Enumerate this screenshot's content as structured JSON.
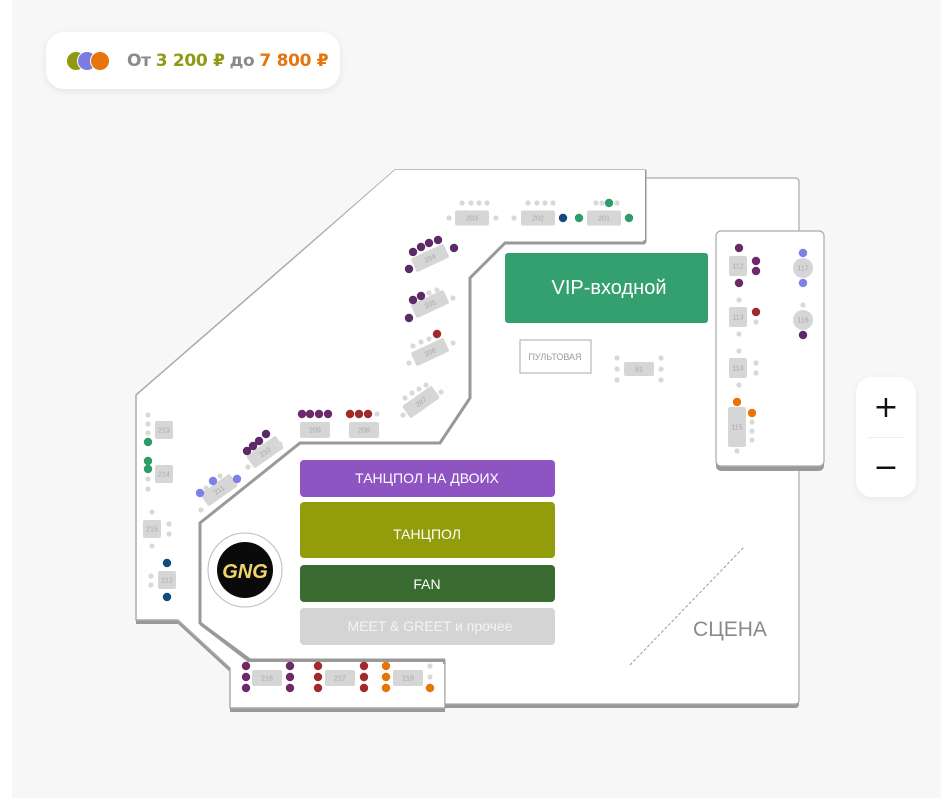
{
  "price_range": {
    "prefix": "От",
    "min": "3 200 ₽",
    "connector": "до",
    "max": "7 800 ₽",
    "legend_colors": [
      "#8f9a12",
      "#7b7be0",
      "#e7740c"
    ]
  },
  "zoom": {
    "in_label": "+",
    "out_label": "−"
  },
  "colors": {
    "free_seat": "#d9d9d9",
    "table": "#d6d6d6",
    "purple": "#6e2a68",
    "red": "#a12b2b",
    "green": "#2e9c6a",
    "blue": "#124c7e",
    "lavender": "#7f80e6",
    "orange": "#e87406",
    "deep_purple": "#5c2a66"
  },
  "zones": {
    "vip": {
      "label": "VIP-входной",
      "color": "#35a06f"
    },
    "console": {
      "label": "ПУЛЬТОВАЯ"
    },
    "dance_duo": {
      "label": "ТАНЦПОЛ НА ДВОИХ",
      "color": "#8e55c2"
    },
    "dance": {
      "label": "ТАНЦПОЛ",
      "color": "#939c0b"
    },
    "fan": {
      "label": "FAN",
      "color": "#3a6b31"
    },
    "meet": {
      "label": "MEET & GREET и прочее",
      "color": "#d4d4d4"
    },
    "stage": {
      "label": "СЦЕНА"
    },
    "logo": {
      "label": "GNG"
    }
  },
  "tables": [
    {
      "id": "201",
      "label": "201"
    },
    {
      "id": "202",
      "label": "202"
    },
    {
      "id": "203",
      "label": "203"
    },
    {
      "id": "204",
      "label": "204"
    },
    {
      "id": "205",
      "label": "205"
    },
    {
      "id": "206",
      "label": "206"
    },
    {
      "id": "207",
      "label": "207"
    },
    {
      "id": "208",
      "label": "208"
    },
    {
      "id": "209",
      "label": "209"
    },
    {
      "id": "210",
      "label": "210"
    },
    {
      "id": "211",
      "label": "211"
    },
    {
      "id": "212",
      "label": "212"
    },
    {
      "id": "213",
      "label": "213"
    },
    {
      "id": "214",
      "label": "214"
    },
    {
      "id": "215",
      "label": "215"
    },
    {
      "id": "216",
      "label": "216"
    },
    {
      "id": "217",
      "label": "217"
    },
    {
      "id": "218",
      "label": "218"
    },
    {
      "id": "112",
      "label": "112"
    },
    {
      "id": "113",
      "label": "113"
    },
    {
      "id": "114",
      "label": "114"
    },
    {
      "id": "115",
      "label": "115"
    },
    {
      "id": "116",
      "label": "116"
    },
    {
      "id": "117",
      "label": "117"
    },
    {
      "id": "81",
      "label": "81"
    }
  ]
}
